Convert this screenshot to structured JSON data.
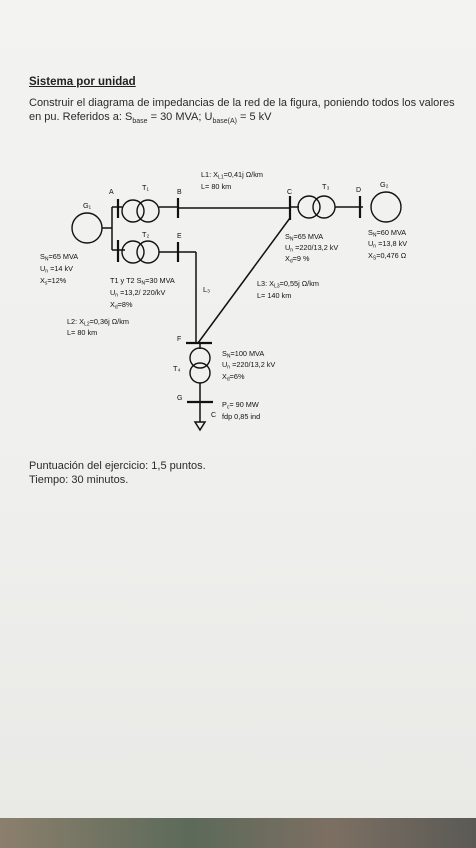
{
  "document": {
    "title": "Sistema por unidad",
    "statement_main": "Construir el diagrama de impedancias de la red de la figura, poniendo todos los valores en pu. Referidos a: S",
    "s_base_sub": "base",
    "statement_eq1": " = 30 MVA; U",
    "u_base_sub": "base(A)",
    "statement_eq2": " = 5 kV",
    "score": "Puntuación del ejercicio: 1,5 puntos.",
    "time": "Tiempo: 30 minutos."
  },
  "diagram": {
    "nodes": {
      "A": "A",
      "B": "B",
      "C": "C",
      "D": "D",
      "E": "E",
      "F": "F",
      "G": "G",
      "C_load": "C"
    },
    "components": {
      "g1": "G₁",
      "g2": "G₂",
      "t1": "T₁",
      "t2": "T₂",
      "t3": "T₃",
      "t4": "T₄",
      "l3_mark": "L₃"
    },
    "line1": {
      "x": "L1: X",
      "x_sub": "L1",
      "x_val": "=0,41j Ω/km",
      "len": "L= 80 km"
    },
    "line2": {
      "x": "L2: X",
      "x_sub": "L2",
      "x_val": "=0,36j Ω/km",
      "len": "L= 80 km"
    },
    "line3": {
      "x": "L3: X",
      "x_sub": "L3",
      "x_val": "=0,55j Ω/km",
      "len": "L= 140 km"
    },
    "g1_data": {
      "sn": "S",
      "sn_sub": "N",
      "sn_val": "=65 MVA",
      "un": "U",
      "un_sub": "n",
      "un_val": " =14 kV",
      "xs": "X",
      "xs_sub": "s",
      "xs_val": "=12%"
    },
    "t1t2_data": {
      "name": "T1 y T2  S",
      "sn_sub": "N",
      "sn_val": "=30 MVA",
      "un": "U",
      "un_sub": "n",
      "un_val": " =13,2/ 220/kV",
      "xd": "X",
      "xd_sub": "d",
      "xd_val": "=8%"
    },
    "t3_data": {
      "sn": "S",
      "sn_sub": "N",
      "sn_val": "=65 MVA",
      "un": "U",
      "un_sub": "n",
      "un_val": " =220/13,2  kV",
      "xd": "X",
      "xd_sub": "d",
      "xd_val": "=9 %"
    },
    "g2_data": {
      "sn": "S",
      "sn_sub": "N",
      "sn_val": "=60 MVA",
      "un": "U",
      "un_sub": "n",
      "un_val": " =13,8 kV",
      "xs": "X",
      "xs_sub": "S",
      "xs_val": "=0,476 Ω"
    },
    "t4_data": {
      "sn": "S",
      "sn_sub": "N",
      "sn_val": "=100 MVA",
      "un": "U",
      "un_sub": "n",
      "un_val": " =220/13,2 kV",
      "xd": "X",
      "xd_sub": "d",
      "xd_val": "=6%"
    },
    "load_data": {
      "p": "P",
      "p_sub": "c",
      "p_val": "= 90 MW",
      "fdp": "fdp 0,85 ind"
    }
  }
}
